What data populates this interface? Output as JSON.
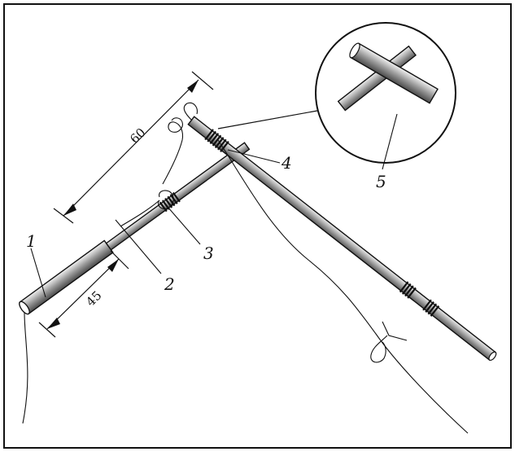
{
  "figure": {
    "part_labels": [
      "1",
      "2",
      "3",
      "4",
      "5"
    ],
    "dimensions": {
      "upper": "60",
      "lower": "45"
    }
  }
}
